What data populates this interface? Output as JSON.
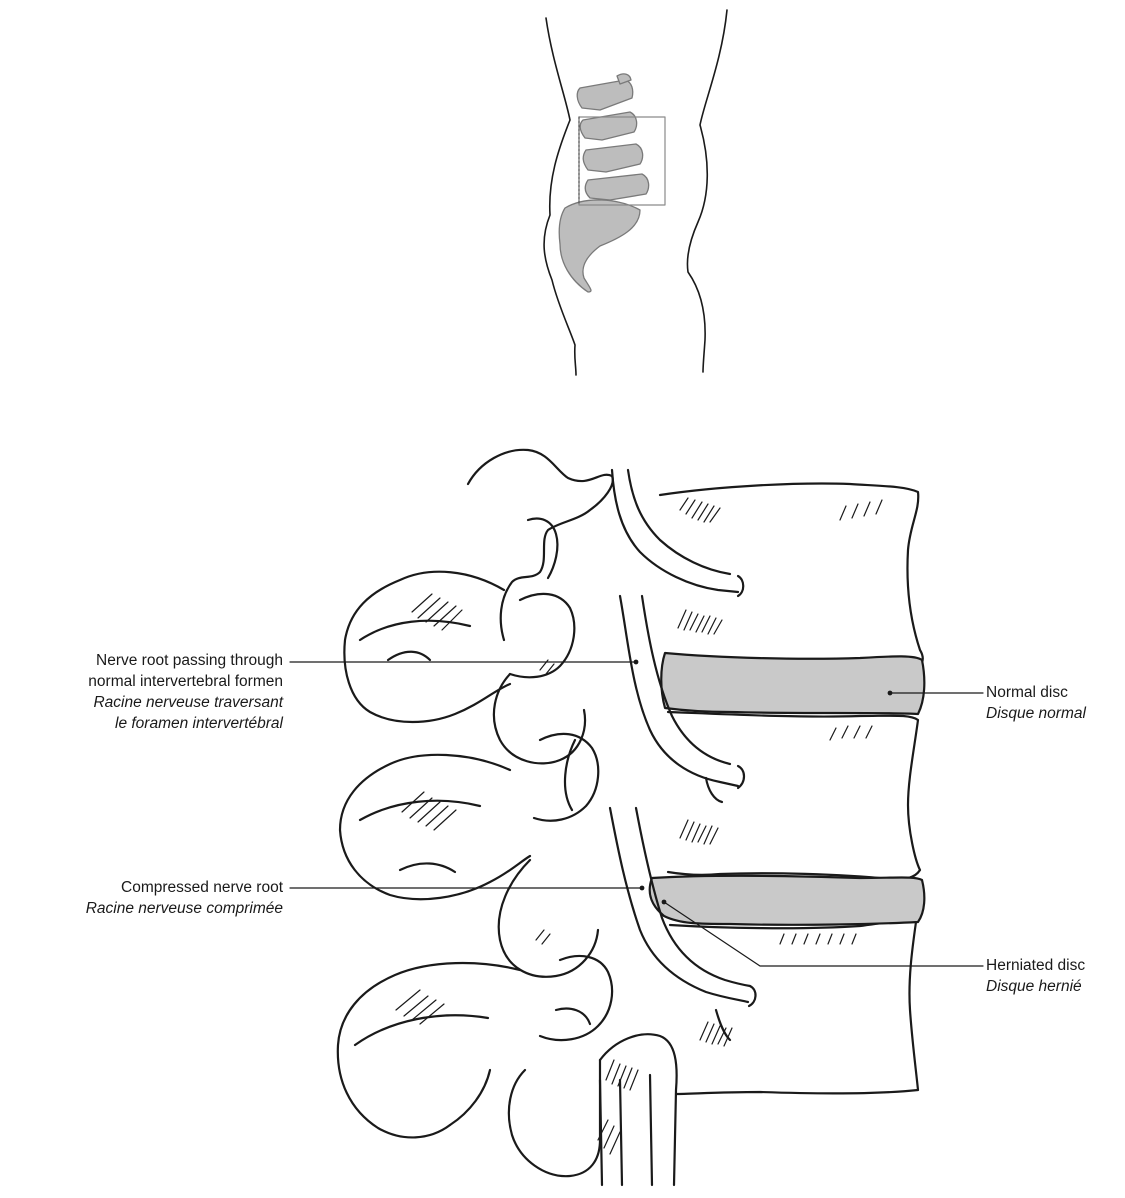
{
  "colors": {
    "ink": "#1a1a1a",
    "shade": "#c9c9c9",
    "inset_shade": "#bdbdbd",
    "background": "#ffffff"
  },
  "labels": {
    "nerve_root_normal": {
      "en_line1": "Nerve root passing through",
      "en_line2": "normal intervertebral formen",
      "fr_line1": "Racine nerveuse traversant",
      "fr_line2": "le foramen intervertébral"
    },
    "compressed_root": {
      "en": "Compressed nerve root",
      "fr": "Racine nerveuse comprimée"
    },
    "normal_disc": {
      "en": "Normal disc",
      "fr": "Disque normal"
    },
    "herniated_disc": {
      "en": "Herniated disc",
      "fr": "Disque hernié"
    }
  }
}
